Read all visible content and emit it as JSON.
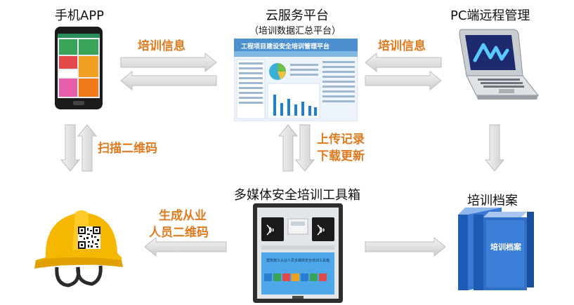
{
  "nodes": {
    "app": {
      "title": "手机APP"
    },
    "cloud": {
      "title": "云服务平台",
      "subtitle": "（培训数据汇总平台）",
      "banner": "工程项目建设安全培训管理平台"
    },
    "pc": {
      "title": "PC端远程管理"
    },
    "toolbox": {
      "title": "多媒体安全培训工具箱",
      "screen_text": "建筑施工从业人员多媒体安全培训工具箱"
    },
    "archive": {
      "title": "培训档案",
      "book_label": "培训档案"
    },
    "helmet": {
      "title": ""
    }
  },
  "edges": {
    "app_cloud": {
      "label": "培训信息"
    },
    "pc_cloud": {
      "label": "培训信息"
    },
    "app_helmet": {
      "label": "扫描二维码"
    },
    "cloud_toolbox": {
      "label_line1": "上传记录",
      "label_line2": "下载更新"
    },
    "toolbox_helmet": {
      "label_line1": "生成从业",
      "label_line2": "人员二维码"
    }
  },
  "colors": {
    "accent_orange": "#e07a1f",
    "arrow_gray": "#d9d9d9",
    "book_blue": "#2f6fc6",
    "helmet_yellow": "#f5b700"
  },
  "icons": [
    "phone-icon",
    "dashboard-icon",
    "laptop-icon",
    "helmet-icon",
    "qr-code-icon",
    "toolbox-icon",
    "archive-binder-icon"
  ]
}
